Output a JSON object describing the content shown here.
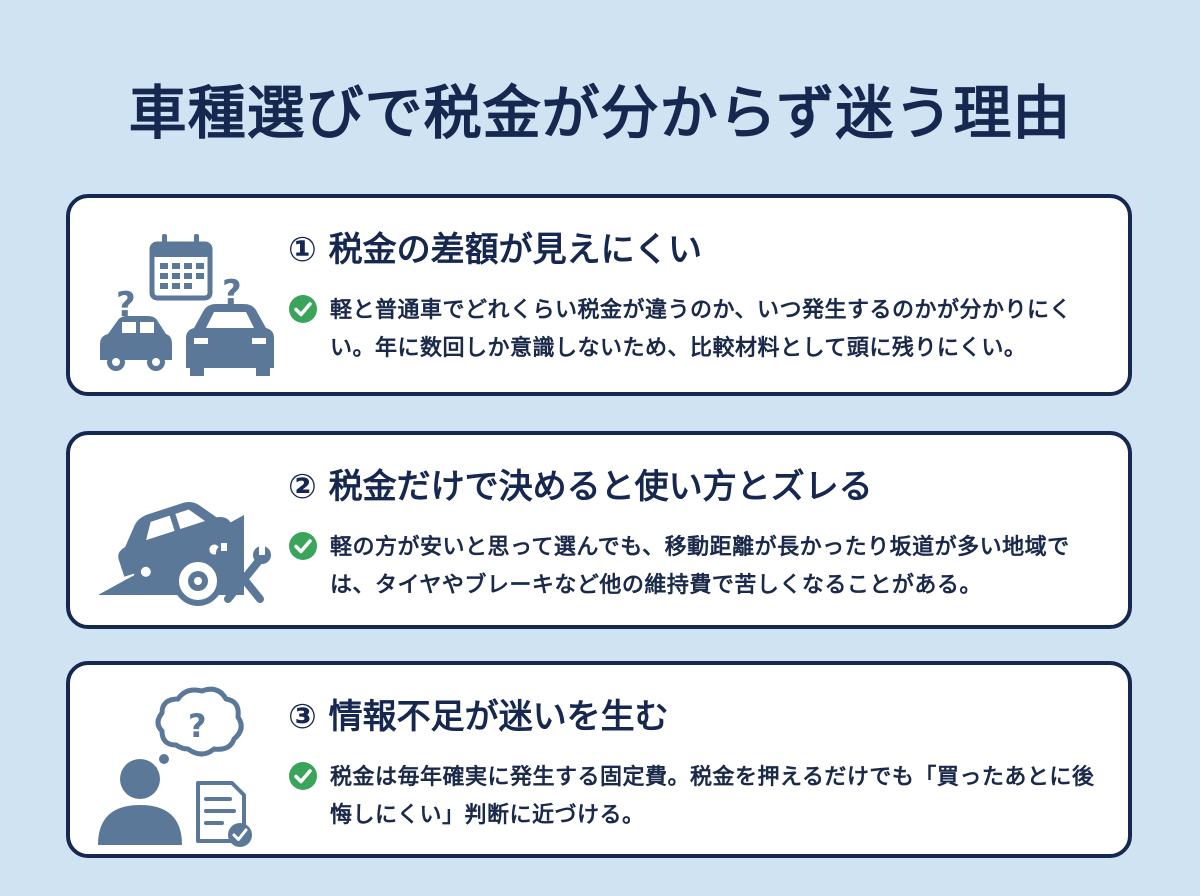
{
  "page": {
    "title": "車種選びで税金が分からず迷う理由",
    "colors": {
      "background": "#cfe3f3",
      "navy": "#16284f",
      "icon_blue": "#5b7898",
      "check_green": "#3aa55a"
    }
  },
  "cards": [
    {
      "title": "① 税金の差額が見えにくい",
      "body": "軽と普通車でどれくらい税金が違うのか、いつ発生するのかが分かりにくい。年に数回しか意識しないため、比較材料として頭に残りにくい。",
      "icons": [
        "calendar-icon",
        "question-mark-icon",
        "car-icon",
        "check-circle-icon"
      ]
    },
    {
      "title": "② 税金だけで決めると使い方とズレる",
      "body": "軽の方が安いと思って選んでも、移動距離が長かったり坂道が多い地域では、タイヤやブレーキなど他の維持費で苦しくなることがある。",
      "icons": [
        "car-on-slope-icon",
        "tire-icon",
        "wrench-icon",
        "check-circle-icon"
      ]
    },
    {
      "title": "③ 情報不足が迷いを生む",
      "body": "税金は毎年確実に発生する固定費。税金を押えるだけでも「買ったあとに後悔しにくい」判断に近づける。",
      "icons": [
        "thought-bubble-question-icon",
        "person-icon",
        "document-check-icon",
        "check-circle-icon"
      ]
    }
  ]
}
